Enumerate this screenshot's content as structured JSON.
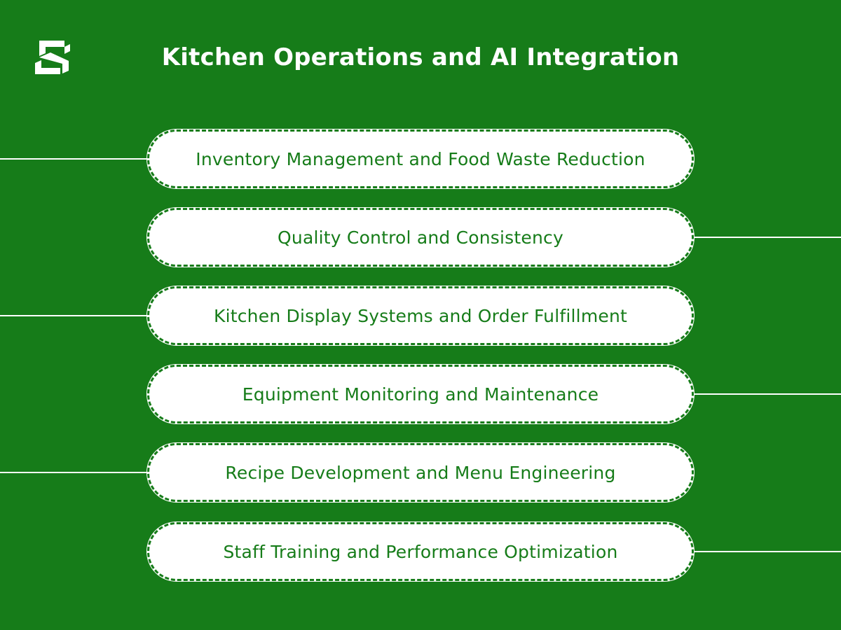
{
  "header": {
    "title": "Kitchen Operations and AI Integration",
    "logo_icon": "brand-s-logo-icon"
  },
  "colors": {
    "background": "#167c19",
    "pill_fill": "#ffffff",
    "text_dark": "#167c19",
    "text_light": "#ffffff"
  },
  "items": [
    {
      "label": "Inventory Management and Food Waste Reduction",
      "connector_side": "left"
    },
    {
      "label": "Quality Control and Consistency",
      "connector_side": "right"
    },
    {
      "label": "Kitchen Display Systems and Order Fulfillment",
      "connector_side": "left"
    },
    {
      "label": "Equipment Monitoring and Maintenance",
      "connector_side": "right"
    },
    {
      "label": "Recipe Development and Menu Engineering",
      "connector_side": "left"
    },
    {
      "label": "Staff Training and Performance Optimization",
      "connector_side": "right"
    }
  ]
}
